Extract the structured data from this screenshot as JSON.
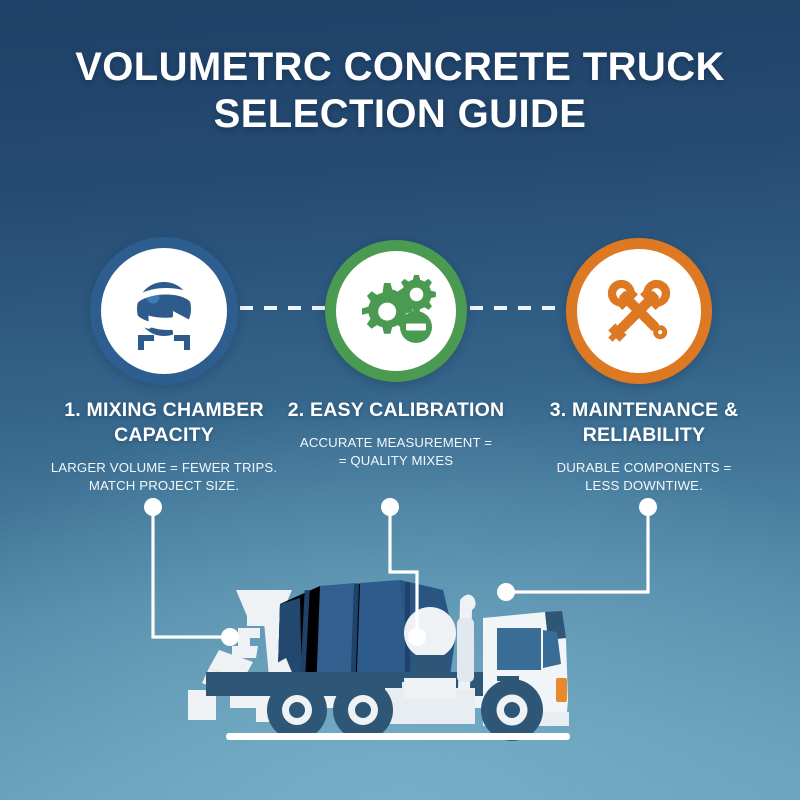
{
  "page": {
    "title_lines": [
      "VOLUMETRC CONCRETE TRUCK",
      "SELECTION GUIDE"
    ],
    "background_top_color": "#1f4067",
    "background_bottom_color": "#6aa0ba"
  },
  "steps": [
    {
      "number": "1",
      "icon": "rotating-mixer-drum-icon",
      "accent_color": "#2e5d90",
      "heading": "1. MIXING CHAMBER CAPACITY",
      "subtext_lines": [
        "LARGER VOLUME = FEWER TRIPS.",
        "MATCH PROJECT SIZE."
      ]
    },
    {
      "number": "2",
      "icon": "gears-settings-icon",
      "accent_color": "#4a9a52",
      "heading": "2. EASY CALIBRATION",
      "subtext_lines": [
        "ACCURATE MEASUREMENT =",
        "= QUALITY MIXES"
      ]
    },
    {
      "number": "3",
      "icon": "crossed-wrench-screwdriver-icon",
      "accent_color": "#dd7823",
      "heading": "3. MAINTENANCE & RELIABILITY",
      "subtext_lines": [
        "DURABLE COMPONENTS =",
        "LESS DOWNTIWE."
      ]
    }
  ],
  "illustration": {
    "name": "volumetric-concrete-mixer-truck",
    "cab_color": "#f2f5f7",
    "drum_color": "#2d5b8c",
    "drum_shade_color": "#234b77",
    "wheel_color": "#2e5676",
    "indicator_color": "#e8892c",
    "ground_line_color": "#ffffff",
    "callout_line_color": "#ffffff"
  }
}
